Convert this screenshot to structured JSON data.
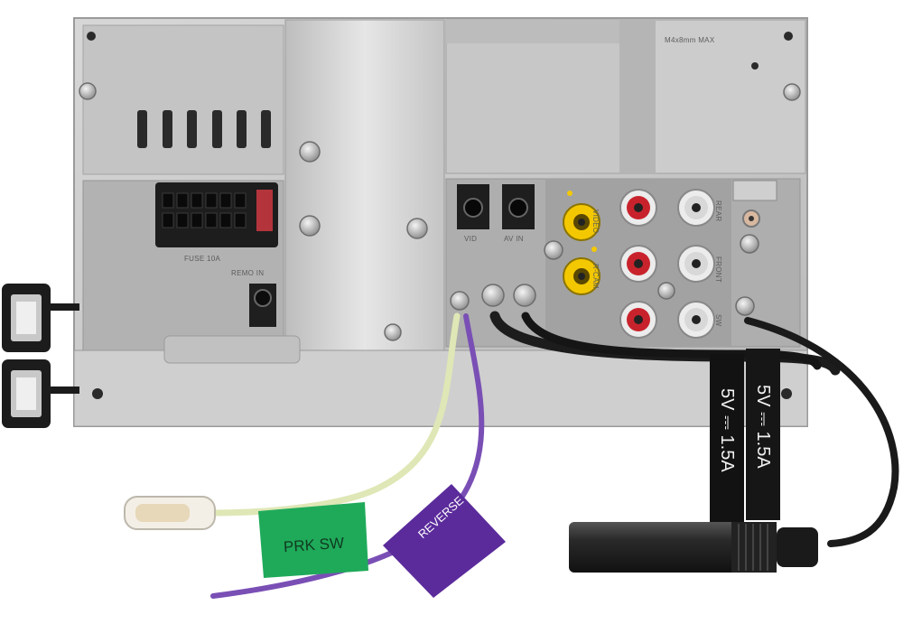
{
  "labels": {
    "parking_tag": "PRK SW",
    "reverse_tag": "REVERSE",
    "usb_tag_1": "5V ⎓ 1.5A",
    "usb_tag_2": "5V ⎓ 1.5A"
  },
  "panel_markings": {
    "fuse": "FUSE 10A",
    "remo_in": "REMO IN",
    "top_right": "M4x8mm MAX",
    "vid": "VID",
    "video": "VIDEO",
    "rear_cam": "R-CAM",
    "rear": "REAR",
    "front": "FRONT",
    "sw": "SW",
    "av_in": "AV IN"
  },
  "colors": {
    "chassis": "#c9c9c9",
    "panel_dark": "#a9a9a9",
    "parking_tag": "#1faa5a",
    "reverse_tag": "#5b2b9b",
    "rca_yellow": "#f4c800",
    "rca_red": "#c8232c",
    "rca_white": "#e8e8e8",
    "cable": "#1c1c1c"
  }
}
